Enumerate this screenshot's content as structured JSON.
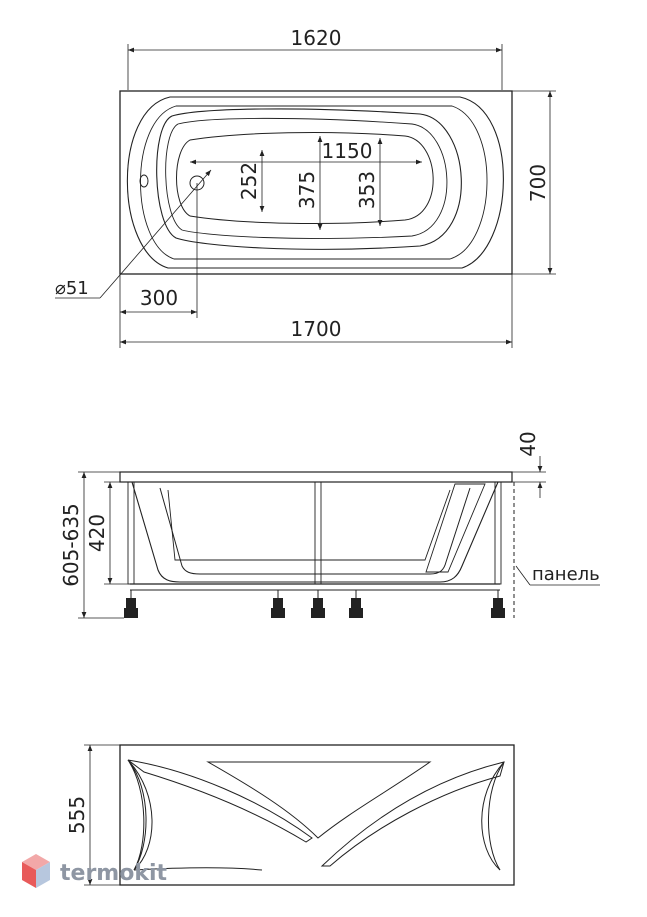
{
  "colors": {
    "line": "#222222",
    "panel_hatch": "#d0d0d0",
    "watermark_text": "#8e96a3",
    "watermark_logo_top": "#f2a8a8",
    "watermark_logo_left": "#e85a5a",
    "watermark_logo_right": "#b7c7de"
  },
  "top_view": {
    "overall_length": "1700",
    "inner_length": "1620",
    "width": "700",
    "bottom_length": "1150",
    "bottom_width_narrow": "252",
    "bottom_width_mid": "375",
    "bottom_width_wide": "353",
    "drain_offset": "300",
    "drain_diameter": "⌀51"
  },
  "side_view": {
    "rim_thickness": "40",
    "total_height": "605-635",
    "leg_height": "420",
    "panel_label": "панель"
  },
  "front_panel": {
    "height": "555"
  },
  "watermark": {
    "text": "termokit"
  }
}
